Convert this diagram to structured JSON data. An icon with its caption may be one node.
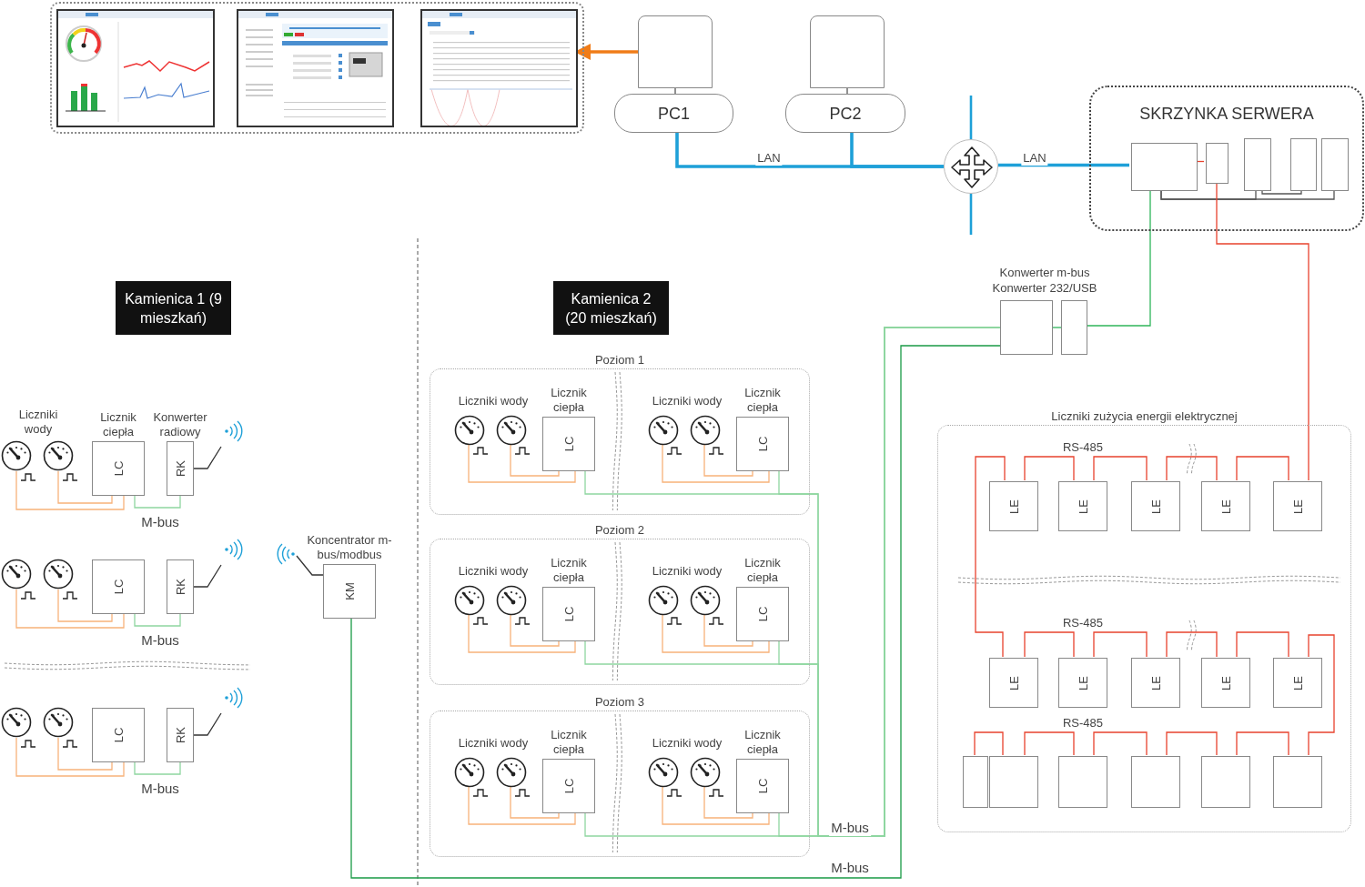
{
  "diagram": {
    "nodes": [
      {
        "text": [],
        "shape": "box"
      },
      {
        "text": [],
        "shape": "picture",
        "in": 0
      },
      {
        "text": [],
        "shape": "picture",
        "in": 0
      },
      {
        "text": [],
        "shape": "picture",
        "in": 0
      },
      {
        "text": [],
        "shape": "box"
      },
      {
        "text": [
          "PC1"
        ]
      },
      {
        "text": [],
        "shape": "box"
      },
      {
        "text": [
          "PC2"
        ]
      },
      {
        "text": [],
        "shape": "circle"
      },
      {
        "text": [
          "SKRZYNKA SERWERA"
        ]
      },
      {
        "text": [],
        "shape": "box",
        "in": 9
      },
      {
        "text": [],
        "shape": "box",
        "in": 9
      },
      {
        "text": [],
        "shape": "box",
        "in": 9
      },
      {
        "text": [],
        "shape": "box",
        "in": 9
      },
      {
        "text": [],
        "shape": "box",
        "in": 9
      },
      {
        "text": [
          "Kamienica 1 (9 mieszkań)"
        ]
      },
      {
        "text": [
          "Kamienica 2 (20 mieszkań)"
        ]
      },
      {
        "text": [],
        "shape": "box"
      },
      {
        "text": [],
        "shape": "box"
      },
      {
        "text": [],
        "shape": "picture"
      },
      {
        "text": [],
        "shape": "picture"
      },
      {
        "text": [
          "LC"
        ],
        "beside": [
          "Licznik ciepła"
        ]
      },
      {
        "text": [
          "RK"
        ],
        "beside": [
          "Konwerter radiowy"
        ]
      },
      {
        "text": [],
        "shape": "picture"
      },
      {
        "text": [],
        "shape": "picture"
      },
      {
        "text": [
          "LC"
        ]
      },
      {
        "text": [
          "RK"
        ]
      },
      {
        "text": [],
        "shape": "picture"
      },
      {
        "text": [],
        "shape": "picture"
      },
      {
        "text": [
          "LC"
        ]
      },
      {
        "text": [
          "RK"
        ]
      },
      {
        "text": [
          "KM"
        ],
        "beside": [
          "Koncentrator m-bus/modbus"
        ]
      },
      {
        "text": [
          "Poziom 1"
        ]
      },
      {
        "text": [],
        "shape": "picture",
        "in": 32
      },
      {
        "text": [],
        "shape": "picture",
        "in": 32
      },
      {
        "text": [
          "LC"
        ],
        "beside": [
          "Licznik ciepła"
        ],
        "in": 32
      },
      {
        "text": [],
        "shape": "picture",
        "in": 32
      },
      {
        "text": [],
        "shape": "picture",
        "in": 32
      },
      {
        "text": [
          "LC"
        ],
        "beside": [
          "Licznik ciepła"
        ],
        "in": 32
      },
      {
        "text": [
          "Poziom 2"
        ]
      },
      {
        "text": [],
        "shape": "picture",
        "in": 39
      },
      {
        "text": [],
        "shape": "picture",
        "in": 39
      },
      {
        "text": [
          "LC"
        ],
        "beside": [
          "Licznik ciepła"
        ],
        "in": 39
      },
      {
        "text": [],
        "shape": "picture",
        "in": 39
      },
      {
        "text": [],
        "shape": "picture",
        "in": 39
      },
      {
        "text": [
          "LC"
        ],
        "beside": [
          "Licznik ciepła"
        ],
        "in": 39
      },
      {
        "text": [
          "Poziom 3"
        ]
      },
      {
        "text": [],
        "shape": "picture",
        "in": 46
      },
      {
        "text": [],
        "shape": "picture",
        "in": 46
      },
      {
        "text": [
          "LC"
        ],
        "beside": [
          "Licznik ciepła"
        ],
        "in": 46
      },
      {
        "text": [],
        "shape": "picture",
        "in": 46
      },
      {
        "text": [],
        "shape": "picture",
        "in": 46
      },
      {
        "text": [
          "LC"
        ],
        "beside": [
          "Licznik ciepła"
        ],
        "in": 46
      },
      {
        "text": [
          "Liczniki zużycia energii elektrycznej"
        ]
      },
      {
        "text": [
          "LE"
        ],
        "in": 53
      },
      {
        "text": [
          "LE"
        ],
        "in": 53
      },
      {
        "text": [
          "LE"
        ],
        "in": 53
      },
      {
        "text": [
          "LE"
        ],
        "in": 53
      },
      {
        "text": [
          "LE"
        ],
        "in": 53
      },
      {
        "text": [
          "LE"
        ],
        "in": 53
      },
      {
        "text": [
          "LE"
        ],
        "in": 53
      },
      {
        "text": [
          "LE"
        ],
        "in": 53
      },
      {
        "text": [
          "LE"
        ],
        "in": 53
      },
      {
        "text": [
          "LE"
        ],
        "in": 53
      },
      {
        "text": [],
        "shape": "box",
        "in": 53
      },
      {
        "text": [],
        "shape": "box",
        "in": 53
      },
      {
        "text": [],
        "shape": "box",
        "in": 53
      },
      {
        "text": [],
        "shape": "box",
        "in": 53
      },
      {
        "text": [],
        "shape": "box",
        "in": 53
      },
      {
        "text": [],
        "shape": "box",
        "in": 53
      }
    ],
    "edges": [
      {
        "from": 4,
        "to": 3,
        "arrow": "to",
        "style": "thick",
        "color": "#f07c18"
      },
      {
        "from": 4,
        "to": 5,
        "arrow": "none",
        "color": "#555555"
      },
      {
        "from": 6,
        "to": 7,
        "arrow": "none",
        "color": "#555555"
      },
      {
        "from": 5,
        "to": 8,
        "arrow": "none",
        "label": "LAN",
        "style": "thick",
        "color": "#1ea0d8"
      },
      {
        "from": 7,
        "to": 8,
        "arrow": "none",
        "style": "thick",
        "color": "#1ea0d8"
      },
      {
        "from": 8,
        "to": 10,
        "arrow": "none",
        "label": "LAN",
        "style": "thick",
        "color": "#1ea0d8"
      },
      {
        "from": 10,
        "to": 11,
        "arrow": "none",
        "color": "#e8432e"
      },
      {
        "from": 10,
        "to": 12,
        "arrow": "none",
        "color": "#555555"
      },
      {
        "from": 12,
        "to": 13,
        "arrow": "none",
        "color": "#555555"
      },
      {
        "from": 10,
        "to": 14,
        "arrow": "none",
        "color": "#555555"
      },
      {
        "from": 10,
        "to": 18,
        "arrow": "none",
        "color": "#2fb55a"
      },
      {
        "from": 18,
        "to": 17,
        "arrow": "none",
        "color": "#2fb55a"
      },
      {
        "from": 19,
        "to": 21,
        "arrow": "none",
        "color": "#f7b27a"
      },
      {
        "from": 20,
        "to": 21,
        "arrow": "none",
        "color": "#f7b27a"
      },
      {
        "from": 21,
        "to": 22,
        "arrow": "none",
        "label": "M-bus",
        "color": "#8fd6a0"
      },
      {
        "from": 23,
        "to": 25,
        "arrow": "none",
        "color": "#f7b27a"
      },
      {
        "from": 24,
        "to": 25,
        "arrow": "none",
        "color": "#f7b27a"
      },
      {
        "from": 25,
        "to": 26,
        "arrow": "none",
        "label": "M-bus",
        "color": "#8fd6a0"
      },
      {
        "from": 27,
        "to": 29,
        "arrow": "none",
        "color": "#f7b27a"
      },
      {
        "from": 28,
        "to": 29,
        "arrow": "none",
        "color": "#f7b27a"
      },
      {
        "from": 29,
        "to": 30,
        "arrow": "none",
        "label": "M-bus",
        "color": "#8fd6a0"
      },
      {
        "from": 31,
        "to": 17,
        "arrow": "none",
        "label": "M-bus",
        "color": "#1a9a46"
      },
      {
        "from": 33,
        "to": 35,
        "arrow": "none",
        "color": "#f7b27a"
      },
      {
        "from": 34,
        "to": 35,
        "arrow": "none",
        "color": "#f7b27a"
      },
      {
        "from": 35,
        "to": 17,
        "arrow": "none",
        "color": "#8fd6a0"
      },
      {
        "from": 36,
        "to": 38,
        "arrow": "none",
        "color": "#f7b27a"
      },
      {
        "from": 37,
        "to": 38,
        "arrow": "none",
        "color": "#f7b27a"
      },
      {
        "from": 38,
        "to": 17,
        "arrow": "none",
        "color": "#8fd6a0"
      },
      {
        "from": 40,
        "to": 42,
        "arrow": "none",
        "color": "#f7b27a"
      },
      {
        "from": 41,
        "to": 42,
        "arrow": "none",
        "color": "#f7b27a"
      },
      {
        "from": 42,
        "to": 17,
        "arrow": "none",
        "color": "#8fd6a0"
      },
      {
        "from": 43,
        "to": 45,
        "arrow": "none",
        "color": "#f7b27a"
      },
      {
        "from": 44,
        "to": 45,
        "arrow": "none",
        "color": "#f7b27a"
      },
      {
        "from": 45,
        "to": 17,
        "arrow": "none",
        "color": "#8fd6a0"
      },
      {
        "from": 47,
        "to": 49,
        "arrow": "none",
        "color": "#f7b27a"
      },
      {
        "from": 48,
        "to": 49,
        "arrow": "none",
        "color": "#f7b27a"
      },
      {
        "from": 49,
        "to": 17,
        "arrow": "none",
        "color": "#8fd6a0"
      },
      {
        "from": 50,
        "to": 52,
        "arrow": "none",
        "color": "#f7b27a"
      },
      {
        "from": 51,
        "to": 52,
        "arrow": "none",
        "color": "#f7b27a"
      },
      {
        "from": 52,
        "to": 17,
        "arrow": "none",
        "label": "M-bus",
        "color": "#8fd6a0"
      },
      {
        "from": 11,
        "to": 58,
        "arrow": "none",
        "color": "#e8432e"
      },
      {
        "from": 58,
        "to": 57,
        "arrow": "none",
        "color": "#e8432e"
      },
      {
        "from": 57,
        "to": 56,
        "arrow": "none",
        "color": "#e8432e"
      },
      {
        "from": 56,
        "to": 55,
        "arrow": "none",
        "color": "#e8432e"
      },
      {
        "from": 55,
        "to": 54,
        "arrow": "none",
        "label": "RS-485",
        "color": "#e8432e"
      },
      {
        "from": 54,
        "to": 59,
        "arrow": "none",
        "color": "#e8432e"
      },
      {
        "from": 59,
        "to": 60,
        "arrow": "none",
        "label": "RS-485",
        "color": "#e8432e"
      },
      {
        "from": 60,
        "to": 61,
        "arrow": "none",
        "color": "#e8432e"
      },
      {
        "from": 61,
        "to": 62,
        "arrow": "none",
        "color": "#e8432e"
      },
      {
        "from": 62,
        "to": 63,
        "arrow": "none",
        "color": "#e8432e"
      },
      {
        "from": 63,
        "to": 69,
        "arrow": "none",
        "color": "#e8432e"
      },
      {
        "from": 69,
        "to": 68,
        "arrow": "none",
        "color": "#e8432e"
      },
      {
        "from": 68,
        "to": 67,
        "arrow": "none",
        "color": "#e8432e"
      },
      {
        "from": 67,
        "to": 66,
        "arrow": "none",
        "color": "#e8432e"
      },
      {
        "from": 66,
        "to": 65,
        "arrow": "none",
        "label": "RS-485",
        "color": "#e8432e"
      },
      {
        "from": 65,
        "to": 64,
        "arrow": "none",
        "color": "#e8432e"
      }
    ],
    "labels": [
      "Konwerter m-bus",
      "Konwerter 232/USB",
      "Liczniki wody",
      "Liczniki wody",
      "Liczniki wody",
      "Liczniki wody",
      "Liczniki wody",
      "Liczniki wody",
      "Liczniki wody"
    ]
  }
}
